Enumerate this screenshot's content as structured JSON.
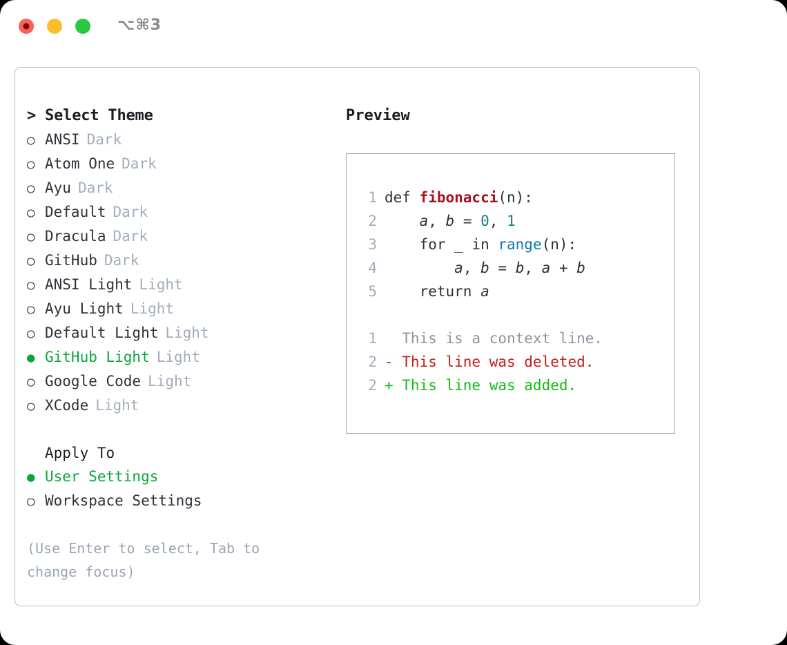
{
  "window": {
    "traffic_lights": [
      "close",
      "minimize",
      "maximize"
    ],
    "shortcut": "⌥⌘3",
    "accent_green": "#0aa63a",
    "border_color": "#b3bcc8"
  },
  "theme_picker": {
    "header": "> Select Theme",
    "unselected_marker": "○",
    "selected_marker": "●",
    "items": [
      {
        "name": "ANSI",
        "variant": "Dark",
        "selected": false
      },
      {
        "name": "Atom One",
        "variant": "Dark",
        "selected": false
      },
      {
        "name": "Ayu",
        "variant": "Dark",
        "selected": false
      },
      {
        "name": "Default",
        "variant": "Dark",
        "selected": false
      },
      {
        "name": "Dracula",
        "variant": "Dark",
        "selected": false
      },
      {
        "name": "GitHub",
        "variant": "Dark",
        "selected": false
      },
      {
        "name": "ANSI Light",
        "variant": "Light",
        "selected": false
      },
      {
        "name": "Ayu Light",
        "variant": "Light",
        "selected": false
      },
      {
        "name": "Default Light",
        "variant": "Light",
        "selected": false
      },
      {
        "name": "GitHub Light",
        "variant": "Light",
        "selected": true
      },
      {
        "name": "Google Code",
        "variant": "Light",
        "selected": false
      },
      {
        "name": "XCode",
        "variant": "Light",
        "selected": false
      }
    ]
  },
  "apply_to": {
    "header": "Apply To",
    "items": [
      {
        "name": "User Settings",
        "selected": true
      },
      {
        "name": "Workspace Settings",
        "selected": false
      }
    ]
  },
  "hint": "(Use Enter to select, Tab to change focus)",
  "preview": {
    "title": "Preview",
    "code_lines": [
      {
        "no": "1",
        "tokens": [
          {
            "t": "def ",
            "k": "def"
          },
          {
            "t": "fibonacci",
            "k": "fn"
          },
          {
            "t": "(n):",
            "k": "plain"
          }
        ]
      },
      {
        "no": "2",
        "tokens": [
          {
            "t": "    ",
            "k": "plain"
          },
          {
            "t": "a",
            "k": "var"
          },
          {
            "t": ", ",
            "k": "plain"
          },
          {
            "t": "b",
            "k": "var"
          },
          {
            "t": " = ",
            "k": "plain"
          },
          {
            "t": "0",
            "k": "num"
          },
          {
            "t": ", ",
            "k": "plain"
          },
          {
            "t": "1",
            "k": "num"
          }
        ]
      },
      {
        "no": "3",
        "tokens": [
          {
            "t": "    for _ in ",
            "k": "plain"
          },
          {
            "t": "range",
            "k": "builtin"
          },
          {
            "t": "(n):",
            "k": "plain"
          }
        ]
      },
      {
        "no": "4",
        "tokens": [
          {
            "t": "        ",
            "k": "plain"
          },
          {
            "t": "a",
            "k": "var"
          },
          {
            "t": ", ",
            "k": "plain"
          },
          {
            "t": "b",
            "k": "var"
          },
          {
            "t": " = ",
            "k": "plain"
          },
          {
            "t": "b",
            "k": "var"
          },
          {
            "t": ", ",
            "k": "plain"
          },
          {
            "t": "a",
            "k": "var"
          },
          {
            "t": " + ",
            "k": "plain"
          },
          {
            "t": "b",
            "k": "var"
          }
        ]
      },
      {
        "no": "5",
        "tokens": [
          {
            "t": "    return ",
            "k": "plain"
          },
          {
            "t": "a",
            "k": "var"
          }
        ]
      }
    ],
    "diff_lines": [
      {
        "no": "1",
        "sign": " ",
        "text": "This is a context line.",
        "kind": "ctx"
      },
      {
        "no": "2",
        "sign": "-",
        "text": "This line was deleted.",
        "kind": "del"
      },
      {
        "no": "2",
        "sign": "+",
        "text": "This line was added.",
        "kind": "add"
      }
    ]
  }
}
